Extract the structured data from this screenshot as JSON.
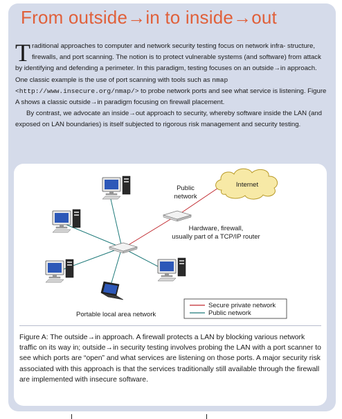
{
  "title": "From outside→in to inside→out",
  "intro": {
    "dropcap": "T",
    "para1_a": "raditional approaches to computer and network security testing focus on network infra- structure, firewalls, and port scanning. The notion is to protect vulnerable systems (and software) from attack by identifying and defending a perimeter. In this paradigm, testing focuses on an outside→in approach. One classic example is the use of port scanning with tools such as ",
    "para1_code": "nmap <http://www.insecure.org/nmap/>",
    "para1_b": " to probe network ports and see what service is listening. Figure A shows a classic outside→in paradigm focusing on firewall placement.",
    "para2": "By contrast, we advocate an inside→out approach to security, whereby software inside the LAN (and exposed on LAN boundaries) is itself subjected to rigorous risk management and security testing."
  },
  "figure": {
    "internet_label": "Internet",
    "public_network_line1": "Public",
    "public_network_line2": "network",
    "router_line1": "Hardware, firewall,",
    "router_line2": "usually part of a TCP/IP router",
    "lan_label": "Portable local area network",
    "legend": {
      "secure_label": "Secure private network",
      "public_label": "Public network"
    },
    "colors": {
      "secure": "#c0272d",
      "public": "#1f7a7a",
      "cloud": "#f7e9a6"
    },
    "caption": "Figure A: The outside→in approach. A firewall protects a LAN by blocking various network traffic on its way in; outside→in security testing involves probing the LAN with a port scanner to see which ports are “open” and what services are listening on those ports. A major security risk associated with this approach is that the services traditionally still available through the firewall are implemented with insecure software."
  }
}
